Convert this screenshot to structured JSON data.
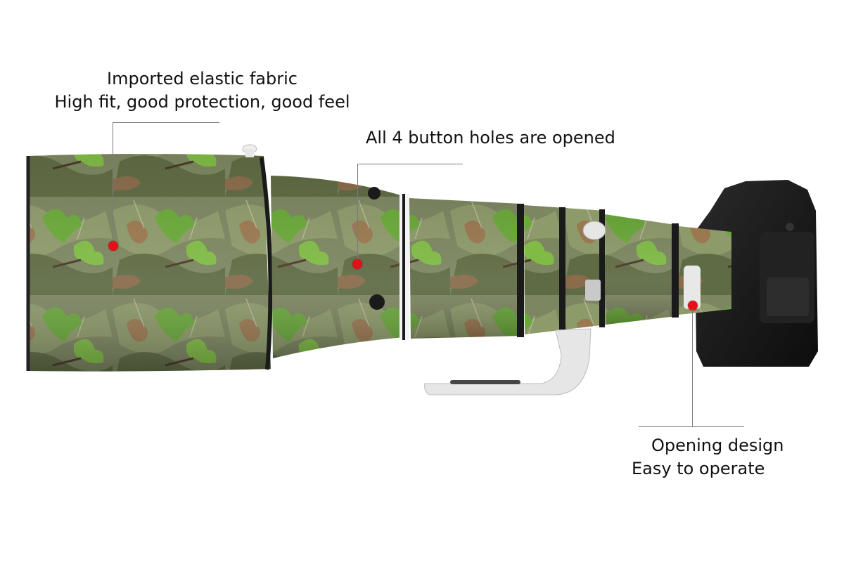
{
  "annotations": {
    "fabric": {
      "line1": "Imported elastic fabric",
      "line2": "High fit, good protection, good feel"
    },
    "buttons": {
      "line1": "All 4 button holes are opened"
    },
    "opening": {
      "line1": "Opening design",
      "line2": "Easy to operate"
    }
  },
  "colors": {
    "marker": "#e3101a",
    "leader": "#7a7a7a",
    "camo_base": "#6b7a4a",
    "camo_leaf": "#6aa83a",
    "camo_bark": "#8a6b4a",
    "camera_body": "#1b1b1b",
    "tripod_foot": "#e6e6e6"
  },
  "subject": "camo lens cover on telephoto lens mounted to camera body"
}
